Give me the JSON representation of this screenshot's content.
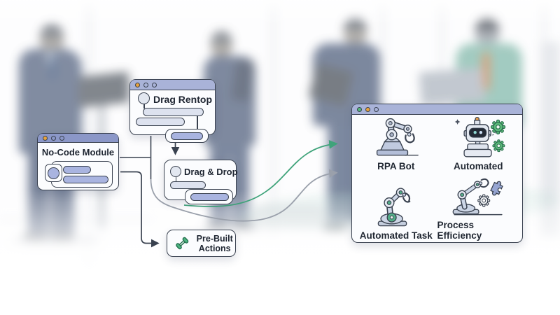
{
  "flow": {
    "builder_window": {
      "title": "Drag Rentop"
    },
    "module_window": {
      "title": "No-Code Module"
    },
    "dragdrop_box": {
      "title": "Drag & Drop"
    },
    "prebuilt_box": {
      "label": "Pre-Built Actions",
      "icon": "dumbbell-icon"
    }
  },
  "automation_panel": {
    "items": [
      {
        "label": "RPA Bot",
        "icon": "robot-arm-icon"
      },
      {
        "label": "Automated",
        "icon": "robot-with-gears-icon"
      },
      {
        "label": "Automated Task",
        "icon": "robot-arm-teal-icon"
      },
      {
        "label": "Process Efficiency",
        "icon": "robot-arm-gear-puzzle-icon"
      }
    ]
  },
  "window_controls": {
    "left_windows": [
      "orange-dot",
      "outline-dot",
      "outline-dot"
    ],
    "right_panel": [
      "green-dot",
      "orange-dot",
      "outline-dot"
    ]
  },
  "colors": {
    "outline": "#39414f",
    "titlebar": "#a9b3d8",
    "titlebar_dark": "#8b97c8",
    "pill_blue": "#a9b4e0",
    "pill_light": "#dde2ef",
    "arrow_green": "#3fa37a",
    "arrow_gray": "#9aa0ab",
    "gear_green": "#5cb87a",
    "dot_orange": "#e8a33d",
    "dot_green": "#55b97c",
    "puzzle_blue": "#96a5d2"
  }
}
